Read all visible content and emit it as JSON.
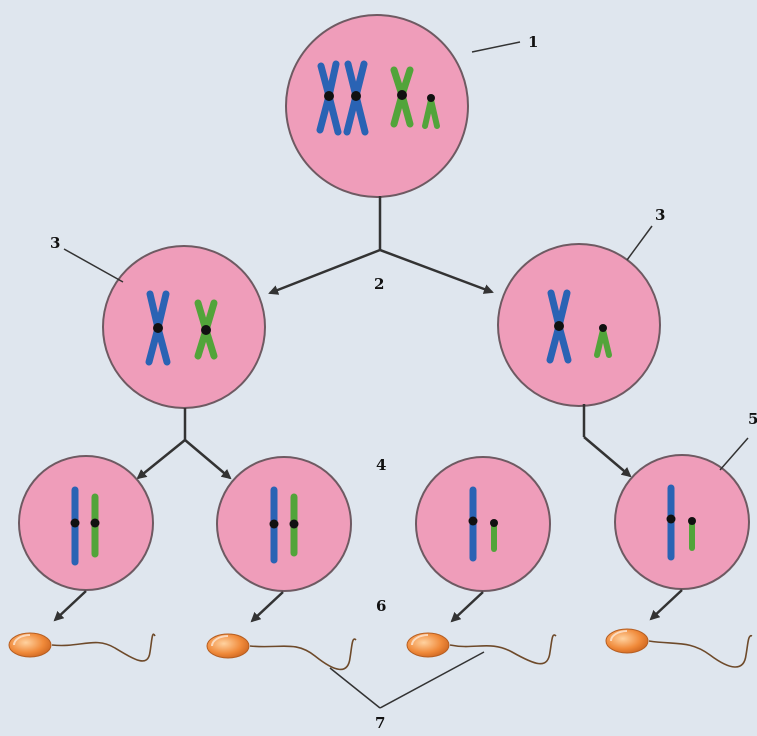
{
  "labels": {
    "n1": "1",
    "n2": "2",
    "n3a": "3",
    "n3b": "3",
    "n4": "4",
    "n5": "5",
    "n6": "6",
    "n7": "7"
  },
  "colors": {
    "background": "#dfe6ee",
    "cell_fill": "#ef9dba",
    "cell_stroke": "#6e5a62",
    "chromosome_blue": "#2a63b4",
    "chromosome_green": "#52a43a",
    "centromere": "#111111",
    "sperm_head": "#f08a3a",
    "line": "#333333"
  }
}
